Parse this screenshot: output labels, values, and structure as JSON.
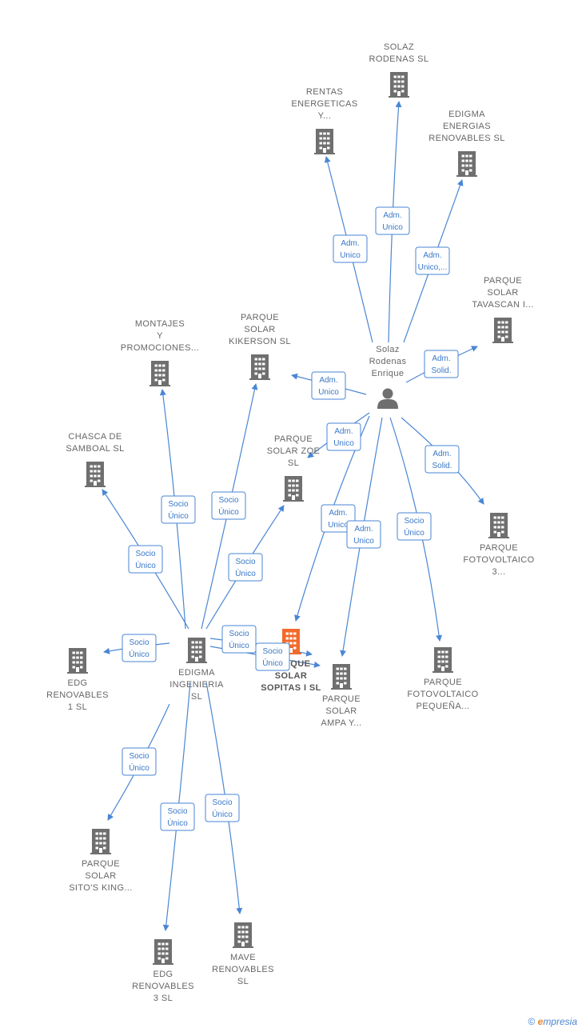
{
  "colors": {
    "node": "#6f6f6f",
    "focus_node": "#f26a2c",
    "edge": "#4a86d4"
  },
  "nodes": [
    {
      "id": "solaz_rodenas_sl",
      "type": "company",
      "label": [
        "SOLAZ",
        "RODENAS SL"
      ]
    },
    {
      "id": "rentas",
      "type": "company",
      "label": [
        "RENTAS",
        "ENERGETICAS",
        "Y..."
      ]
    },
    {
      "id": "edigma_energias",
      "type": "company",
      "label": [
        "EDIGMA",
        "ENERGIAS",
        "RENOVABLES SL"
      ]
    },
    {
      "id": "tavascan",
      "type": "company",
      "label": [
        "PARQUE",
        "SOLAR",
        "TAVASCAN I..."
      ]
    },
    {
      "id": "person",
      "type": "person",
      "label": [
        "Solaz",
        "Rodenas",
        "Enrique"
      ]
    },
    {
      "id": "kikerson",
      "type": "company",
      "label": [
        "PARQUE",
        "SOLAR",
        "KIKERSON  SL"
      ]
    },
    {
      "id": "montajes",
      "type": "company",
      "label": [
        "MONTAJES",
        "Y",
        "PROMOCIONES..."
      ]
    },
    {
      "id": "chasca",
      "type": "company",
      "label": [
        "CHASCA DE",
        "SAMBOAL  SL"
      ]
    },
    {
      "id": "zoe",
      "type": "company",
      "label": [
        "PARQUE",
        "SOLAR ZOE",
        "SL"
      ]
    },
    {
      "id": "fotovoltaico3",
      "type": "company",
      "label": [
        "PARQUE",
        "FOTOVOLTAICO",
        "3..."
      ]
    },
    {
      "id": "sopitas",
      "type": "company",
      "focus": true,
      "label": [
        "PARQUE",
        "SOLAR",
        "SOPITAS I  SL"
      ]
    },
    {
      "id": "ampa",
      "type": "company",
      "label": [
        "PARQUE",
        "SOLAR",
        "AMPA Y..."
      ]
    },
    {
      "id": "pequena",
      "type": "company",
      "label": [
        "PARQUE",
        "FOTOVOLTAICO",
        "PEQUEÑA..."
      ]
    },
    {
      "id": "edigma_ing",
      "type": "company",
      "label": [
        "EDIGMA",
        "INGENIERIA",
        "SL"
      ]
    },
    {
      "id": "edg1",
      "type": "company",
      "label": [
        "EDG",
        "RENOVABLES",
        "1  SL"
      ]
    },
    {
      "id": "sitos",
      "type": "company",
      "label": [
        "PARQUE",
        "SOLAR",
        "SITO'S KING..."
      ]
    },
    {
      "id": "edg3",
      "type": "company",
      "label": [
        "EDG",
        "RENOVABLES",
        "3  SL"
      ]
    },
    {
      "id": "mave",
      "type": "company",
      "label": [
        "MAVE",
        "RENOVABLES",
        "SL"
      ]
    }
  ],
  "edges": [
    {
      "from": "person",
      "to": "solaz_rodenas_sl",
      "label": [
        "Adm.",
        "Unico"
      ]
    },
    {
      "from": "person",
      "to": "rentas",
      "label": [
        "Adm.",
        "Unico"
      ]
    },
    {
      "from": "person",
      "to": "edigma_energias",
      "label": [
        "Adm.",
        "Unico,..."
      ]
    },
    {
      "from": "person",
      "to": "tavascan",
      "label": [
        "Adm.",
        "Solid."
      ]
    },
    {
      "from": "person",
      "to": "kikerson",
      "label": [
        "Adm.",
        "Unico"
      ]
    },
    {
      "from": "person",
      "to": "zoe",
      "label": [
        "Adm.",
        "Unico"
      ]
    },
    {
      "from": "person",
      "to": "fotovoltaico3",
      "label": [
        "Adm.",
        "Solid."
      ]
    },
    {
      "from": "person",
      "to": "sopitas",
      "label": [
        "Adm.",
        "Unico"
      ]
    },
    {
      "from": "person",
      "to": "ampa",
      "label": [
        "Adm.",
        "Unico"
      ]
    },
    {
      "from": "person",
      "to": "pequena",
      "label": [
        "Socio",
        "Único"
      ]
    },
    {
      "from": "edigma_ing",
      "to": "montajes",
      "label": [
        "Socio",
        "Único"
      ]
    },
    {
      "from": "edigma_ing",
      "to": "kikerson",
      "label": [
        "Socio",
        "Único"
      ]
    },
    {
      "from": "edigma_ing",
      "to": "chasca",
      "label": [
        "Socio",
        "Único"
      ]
    },
    {
      "from": "edigma_ing",
      "to": "zoe",
      "label": [
        "Socio",
        "Único"
      ]
    },
    {
      "from": "edigma_ing",
      "to": "edg1",
      "label": [
        "Socio",
        "Único"
      ]
    },
    {
      "from": "edigma_ing",
      "to": "sopitas",
      "label": [
        "Socio",
        "Único"
      ]
    },
    {
      "from": "edigma_ing",
      "to": "ampa",
      "label": [
        "Socio",
        "Único"
      ]
    },
    {
      "from": "edigma_ing",
      "to": "sitos",
      "label": [
        "Socio",
        "Único"
      ]
    },
    {
      "from": "edigma_ing",
      "to": "edg3",
      "label": [
        "Socio",
        "Único"
      ]
    },
    {
      "from": "edigma_ing",
      "to": "mave",
      "label": [
        "Socio",
        "Único"
      ]
    }
  ],
  "brand": {
    "copyright": "©",
    "name_initial": "e",
    "name_rest": "mpresia"
  }
}
